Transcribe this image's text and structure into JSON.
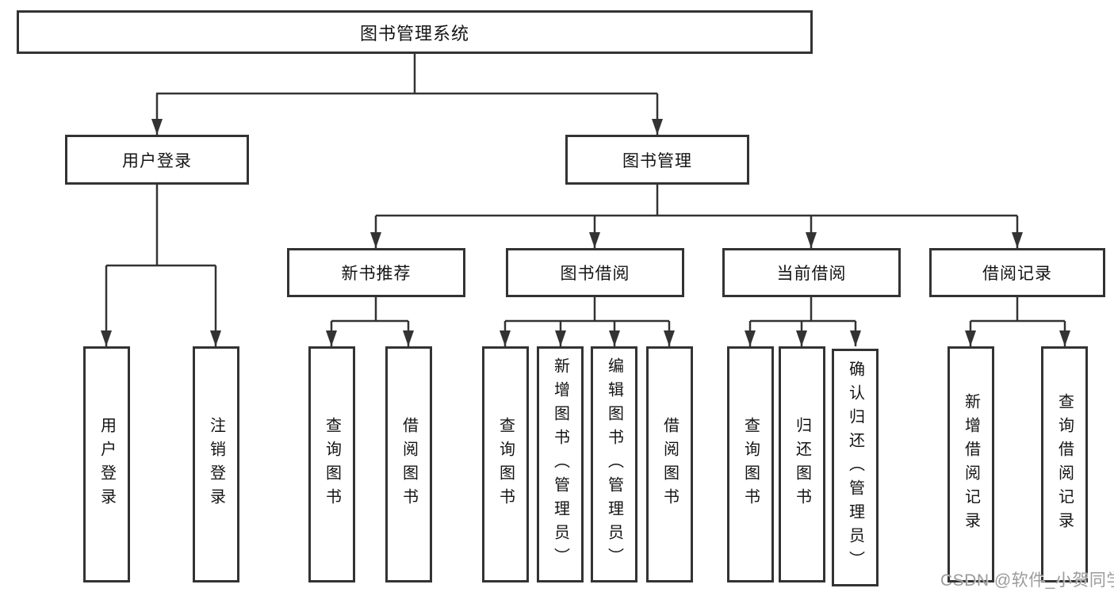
{
  "diagram_title": "图书管理系统",
  "tree": {
    "label": "图书管理系统",
    "children": [
      {
        "label": "用户登录",
        "children": [
          {
            "label": "用户登录"
          },
          {
            "label": "注销登录"
          }
        ]
      },
      {
        "label": "图书管理",
        "children": [
          {
            "label": "新书推荐",
            "children": [
              {
                "label": "查询图书"
              },
              {
                "label": "借阅图书"
              }
            ]
          },
          {
            "label": "图书借阅",
            "children": [
              {
                "label": "查询图书"
              },
              {
                "label": "新增图书（管理员）"
              },
              {
                "label": "编辑图书（管理员）"
              },
              {
                "label": "借阅图书"
              }
            ]
          },
          {
            "label": "当前借阅",
            "children": [
              {
                "label": "查询图书"
              },
              {
                "label": "归还图书"
              },
              {
                "label": "确认归还（管理员）"
              }
            ]
          },
          {
            "label": "借阅记录",
            "children": [
              {
                "label": "新增借阅记录"
              },
              {
                "label": "查询借阅记录"
              }
            ]
          }
        ]
      }
    ]
  },
  "watermark": {
    "text": "CSDN @软件_小贺同学"
  },
  "colors": {
    "line": "#333333",
    "text": "#141414",
    "watermark": "#9b9b9b",
    "background": "#ffffff"
  }
}
